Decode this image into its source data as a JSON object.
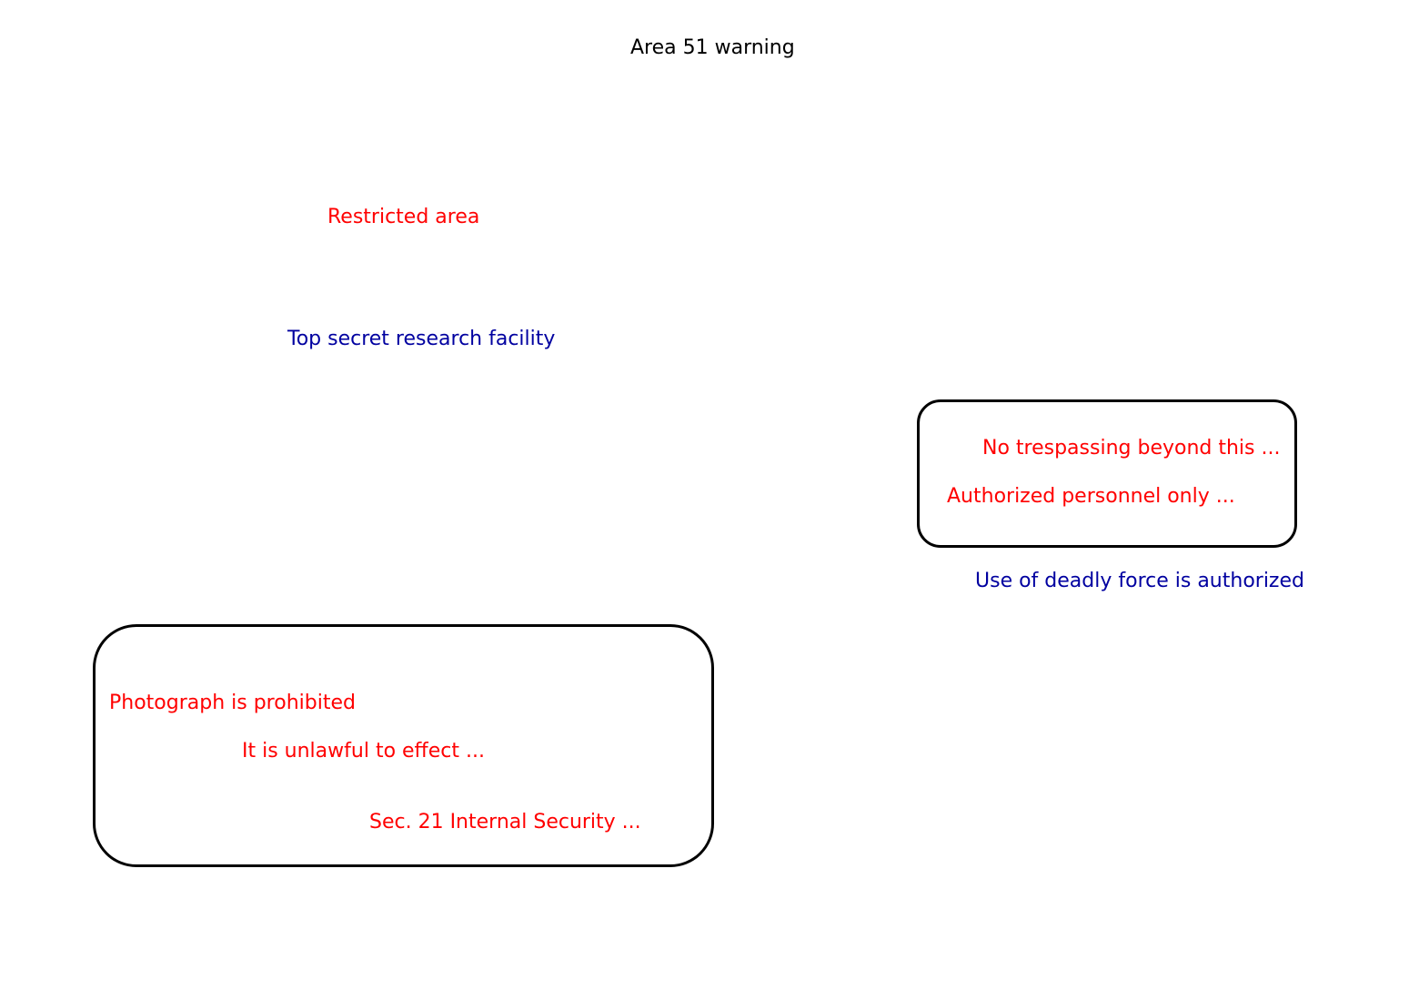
{
  "title": "Area 51 warning",
  "labels": {
    "restricted": "Restricted area",
    "top_secret": "Top secret research facility",
    "deadly_force": "Use of deadly force is authorized"
  },
  "boxes": {
    "trespass": {
      "line1": "No trespassing beyond this ...",
      "line2": "Authorized personnel only ..."
    },
    "photo": {
      "line1": "Photograph is prohibited",
      "line2": "It is unlawful to effect ...",
      "line3": "Sec. 21 Internal Security ..."
    }
  },
  "colors": {
    "warning_red": "#ff0000",
    "info_navy": "#0000a0",
    "border": "#000000"
  }
}
